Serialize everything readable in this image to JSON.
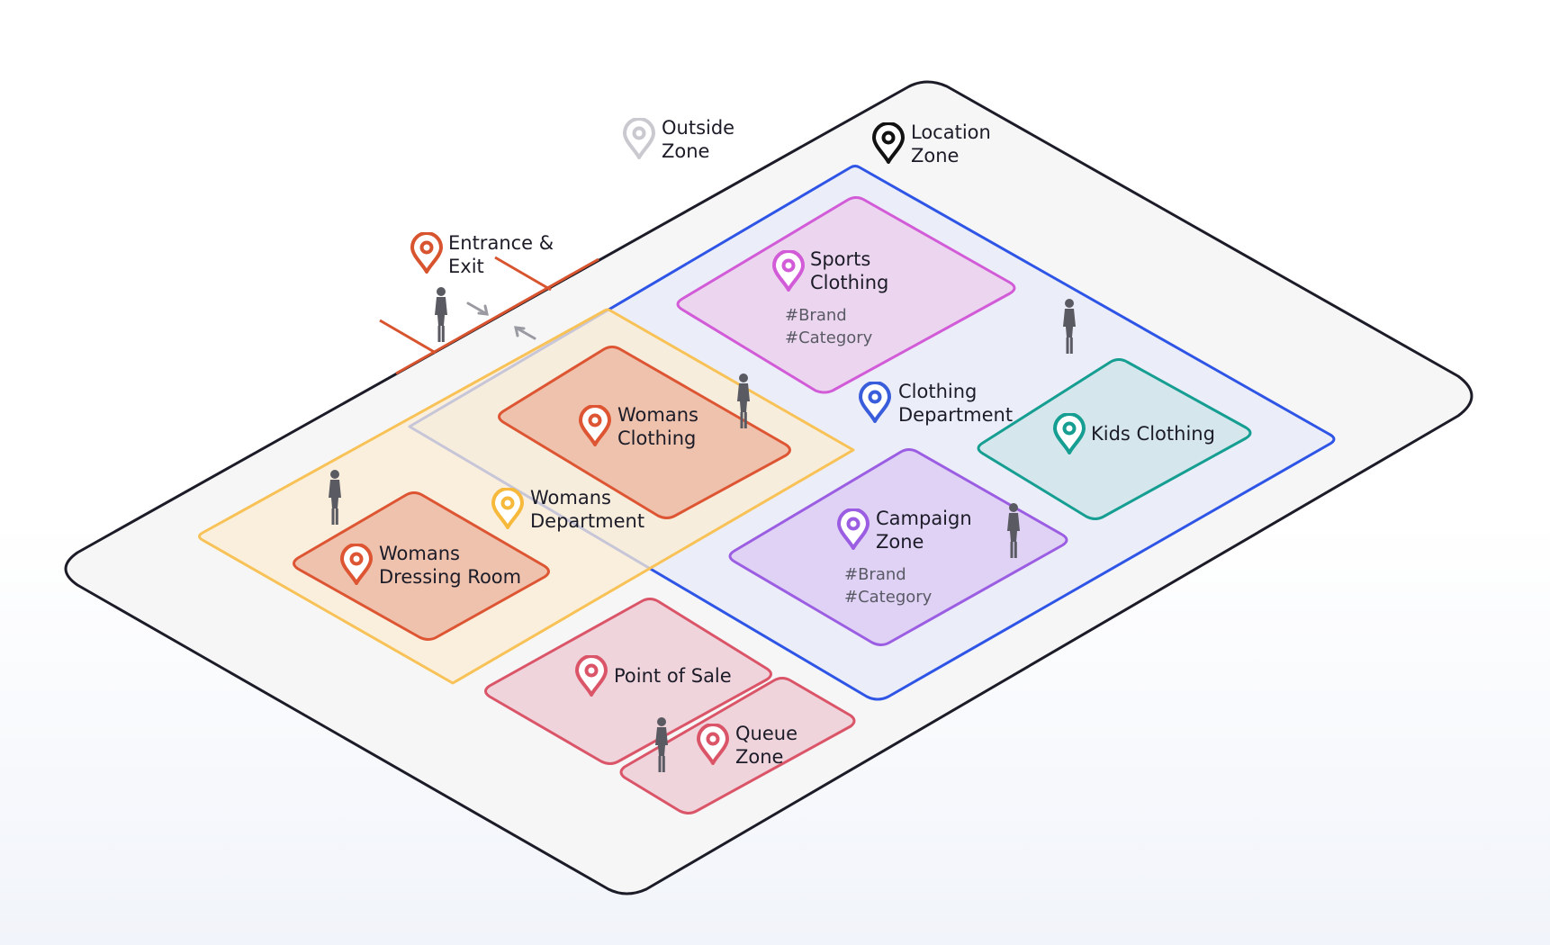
{
  "zones": {
    "outside": {
      "lines": [
        "Outside",
        "Zone"
      ],
      "color": "#c9c9cf"
    },
    "location": {
      "lines": [
        "Location",
        "Zone"
      ],
      "color": "#121212"
    },
    "entrance": {
      "lines": [
        "Entrance &",
        "Exit"
      ],
      "color": "#d8542f"
    },
    "sports": {
      "lines": [
        "Sports",
        "Clothing"
      ],
      "tags": [
        "#Brand",
        "#Category"
      ],
      "color": "#d25bd8"
    },
    "clothing_dept": {
      "lines": [
        "Clothing",
        "Department"
      ],
      "color": "#3a5ddc"
    },
    "womans_clothing": {
      "lines": [
        "Womans",
        "Clothing"
      ],
      "color": "#dd5532"
    },
    "kids": {
      "lines": [
        "Kids Clothing"
      ],
      "color": "#159e91"
    },
    "womans_dept": {
      "lines": [
        "Womans",
        "Department"
      ],
      "color": "#f6b93b"
    },
    "campaign": {
      "lines": [
        "Campaign",
        "Zone"
      ],
      "tags": [
        "#Brand",
        "#Category"
      ],
      "color": "#9b5ee3"
    },
    "dressing": {
      "lines": [
        "Womans",
        "Dressing Room"
      ],
      "color": "#dd5532"
    },
    "pos": {
      "lines": [
        "Point of Sale"
      ],
      "color": "#db5569"
    },
    "queue": {
      "lines": [
        "Queue",
        "Zone"
      ],
      "color": "#db5569"
    }
  }
}
